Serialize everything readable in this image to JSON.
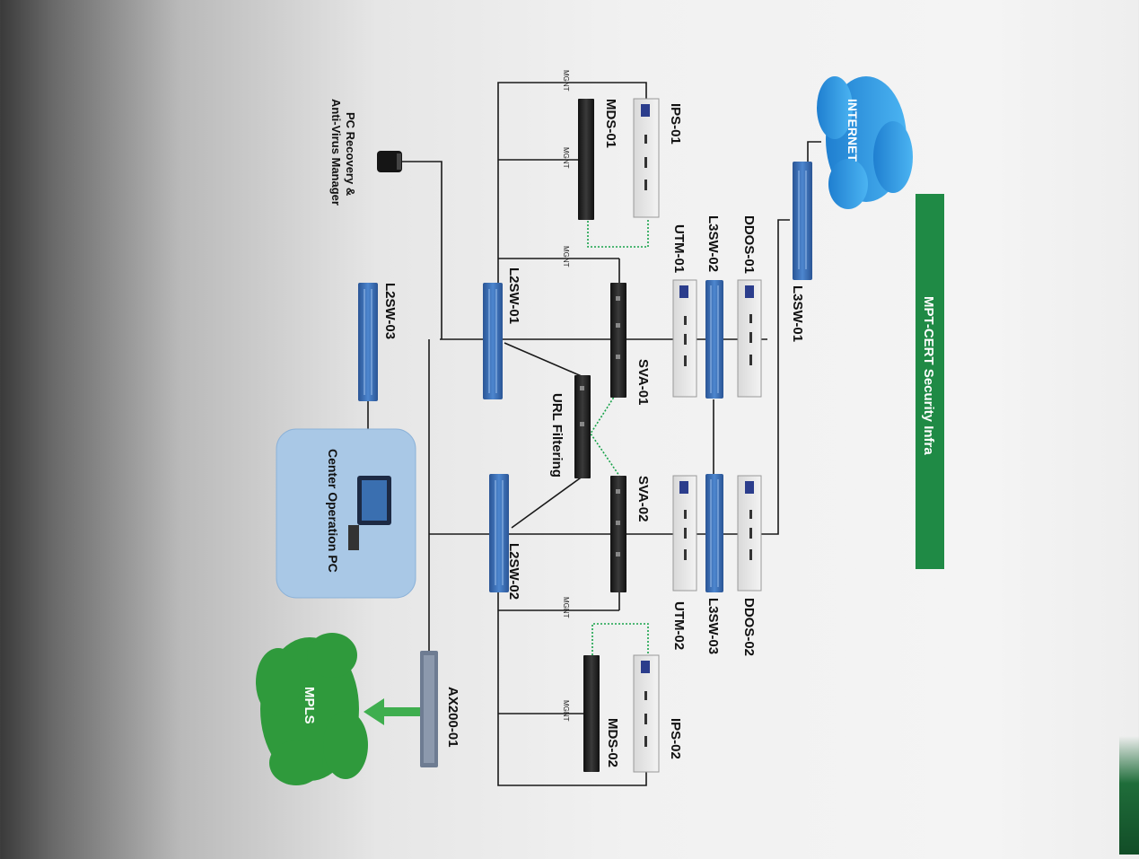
{
  "title": "MPT-CERT Security Infra",
  "colors": {
    "title_bar": "#1f8a45",
    "cloud_internet": "#2f9be6",
    "cloud_mpls": "#2f9a3c",
    "switch_blue": "#3b6fb5",
    "appliance_dark": "#1e1e1e",
    "link_green_dotted": "#18a24a",
    "center_box": "#a9c8e6"
  },
  "nodes": {
    "internet": "INTERNET",
    "mpls": "MPLS",
    "l3sw01": "L3SW-01",
    "ddos01": "DDOS-01",
    "ddos02": "DDOS-02",
    "l3sw02": "L3SW-02",
    "l3sw03": "L3SW-03",
    "utm01": "UTM-01",
    "utm02": "UTM-02",
    "sva01": "SVA-01",
    "sva02": "SVA-02",
    "url": "URL Filtering",
    "ips01": "IPS-01",
    "ips02": "IPS-02",
    "mds01": "MDS-01",
    "mds02": "MDS-02",
    "l2sw01": "L2SW-01",
    "l2sw02": "L2SW-02",
    "l2sw03": "L2SW-03",
    "ax200": "AX200-01",
    "center": "Center Operation PC",
    "pcrec1": "PC Recovery &",
    "pcrec2": "Anti-Virus Manager"
  },
  "mgnt": "MGNT"
}
